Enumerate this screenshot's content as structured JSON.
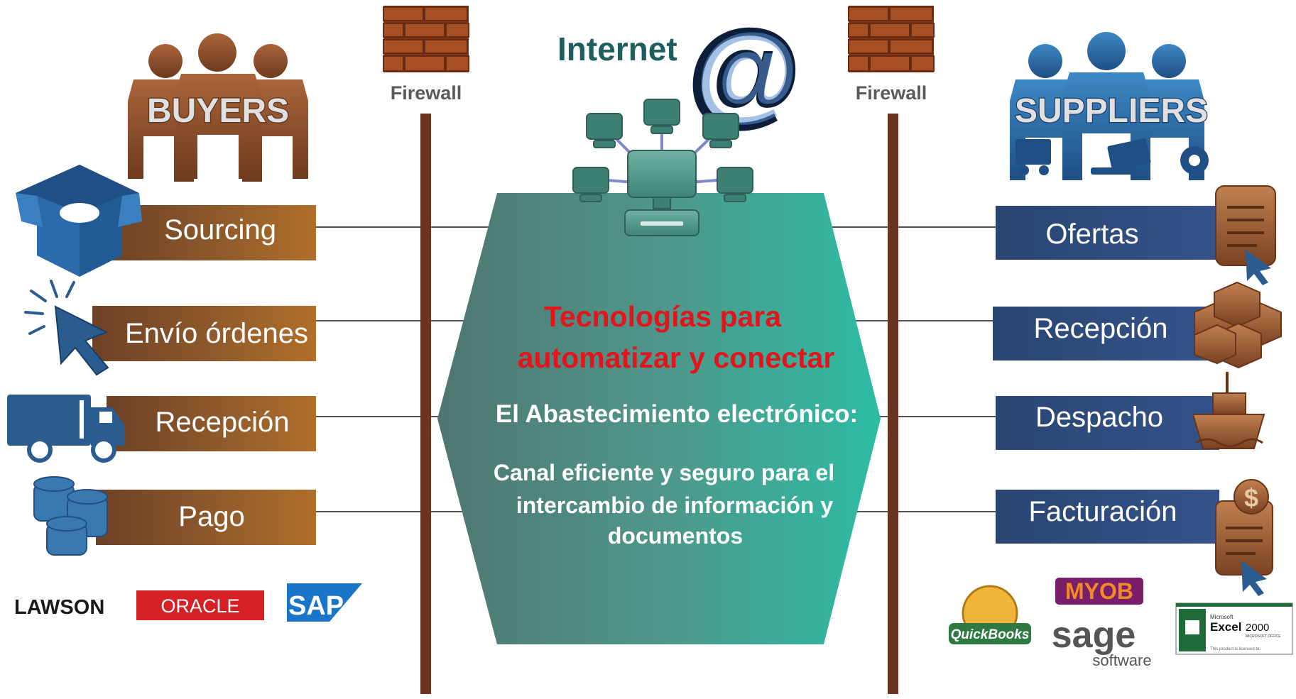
{
  "title": "Internet",
  "firewalls": [
    "Firewall",
    "Firewall"
  ],
  "buyers": {
    "heading": "BUYERS",
    "steps": [
      "Sourcing",
      "Envío órdenes",
      "Recepción",
      "Pago"
    ]
  },
  "suppliers": {
    "heading": "SUPPLIERS",
    "steps": [
      "Ofertas",
      "Recepción",
      "Despacho",
      "Facturación"
    ]
  },
  "center": {
    "headline_1": "Tecnologías para",
    "headline_2": "automatizar  y conectar",
    "subheading": "El  Abastecimiento electrónico:",
    "body_1": "Canal eficiente y seguro para  el",
    "body_2": "intercambio de información y",
    "body_3": "documentos"
  },
  "buyer_logos": [
    "LAWSON",
    "ORACLE",
    "SAP"
  ],
  "supplier_logos": {
    "quickbooks": "QuickBooks",
    "myob": "MYOB",
    "sage": "sage",
    "sage_sub": "software",
    "excel_brand": "Microsoft",
    "excel": "Excel",
    "excel_version": "2000",
    "excel_sub": "MICROSOFT OFFICE",
    "excel_note": "This product is licensed to:"
  },
  "colors": {
    "buyer_bar": "#8f5a2b",
    "supplier_bar": "#2e4a77",
    "firewall_line": "#6b3420",
    "hexagon_left": "#4f7e78",
    "hexagon_right": "#2fb8a0",
    "headline": "#e3141b",
    "internet_text": "#1f5e5e",
    "brick": "#9b4a23",
    "blue_icon": "#2a5c8f"
  }
}
